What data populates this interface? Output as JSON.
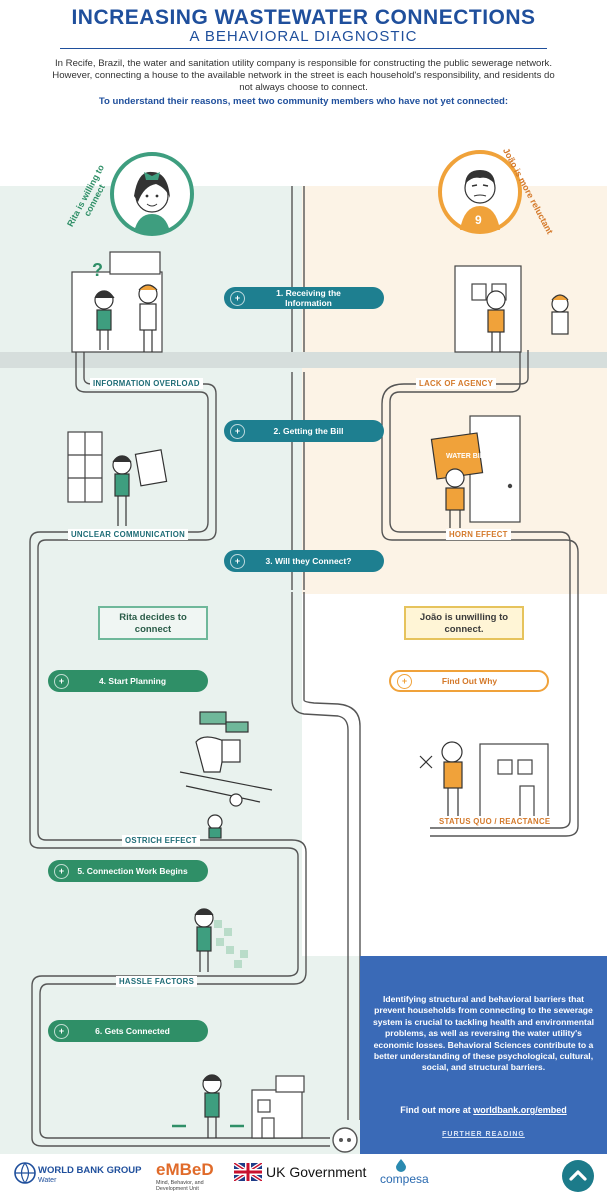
{
  "header": {
    "title": "INCREASING WASTEWATER CONNECTIONS",
    "subtitle": "A BEHAVIORAL DIAGNOSTIC",
    "intro": "In Recife, Brazil, the water and sanitation utility company is responsible for constructing the public sewerage network. However, connecting a house to the available network in the street is each household's responsibility, and residents do not always choose to connect.",
    "meet": "To understand their reasons, meet two community members who have not yet connected:"
  },
  "characters": {
    "rita_caption": "Rita is willing to connect",
    "joao_caption": "João is more reluctant"
  },
  "steps": [
    {
      "label": "1. Receiving the Information"
    },
    {
      "label": "2. Getting the Bill"
    },
    {
      "label": "3. Will they Connect?"
    },
    {
      "label": "4. Start Planning"
    },
    {
      "label": "5. Connection Work Begins"
    },
    {
      "label": "6. Gets Connected"
    }
  ],
  "barriers": {
    "information_overload": "INFORMATION OVERLOAD",
    "lack_of_agency": "LACK OF AGENCY",
    "unclear_communication": "UNCLEAR COMMUNICATION",
    "horn_effect": "HORN EFFECT",
    "ostrich_effect": "OSTRICH EFFECT",
    "status_quo": "STATUS QUO / REACTANCE",
    "hassle_factors": "HASSLE FACTORS"
  },
  "decisions": {
    "rita": "Rita decides to connect",
    "joao": "João is unwilling to connect.",
    "find_out": "Find Out Why"
  },
  "bill_text": "WATER BILL",
  "info_box": {
    "text": "Identifying structural and behavioral barriers that prevent households from connecting to the sewerage system is crucial to tackling health and environmental problems, as well as reversing the water utility's economic losses. Behavioral Sciences contribute to a better understanding of these psychological, cultural, social, and structural barriers.",
    "link_prefix": "Find out more at ",
    "link": "worldbank.org/embed",
    "further": "FURTHER READING"
  },
  "footer": {
    "wbg": "WORLD BANK GROUP",
    "wbg_sub": "Water",
    "embed": "eMBeD",
    "embed_sub": "Mind, Behavior, and Development Unit",
    "ukgov": "UK Government",
    "compesa": "compesa"
  },
  "colors": {
    "title_blue": "#1f4f9c",
    "teal": "#1e7f90",
    "green": "#2f8f67",
    "orange": "#f0a23a",
    "info_blue": "#3a6ab7"
  }
}
